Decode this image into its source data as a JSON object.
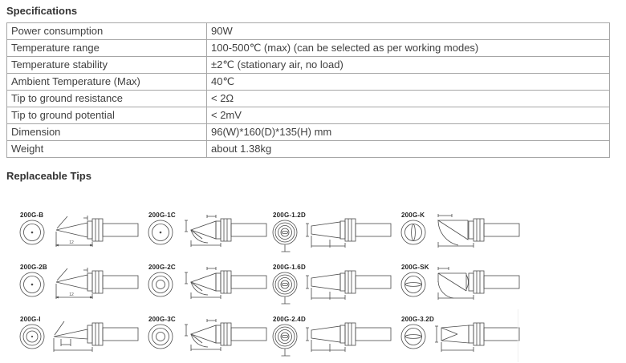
{
  "specs": {
    "heading": "Specifications",
    "rows": [
      {
        "label": "Power consumption",
        "value": "90W"
      },
      {
        "label": "Temperature range",
        "value": "100-500℃ (max) (can be selected as per working modes)"
      },
      {
        "label": "Temperature stability",
        "value": "±2℃ (stationary air, no load)"
      },
      {
        "label": "Ambient Temperature (Max)",
        "value": "40℃"
      },
      {
        "label": "Tip to ground resistance",
        "value": "< 2Ω"
      },
      {
        "label": "Tip to ground potential",
        "value": "< 2mV"
      },
      {
        "label": "Dimension",
        "value": "96(W)*160(D)*135(H) mm"
      },
      {
        "label": "Weight",
        "value": "about 1.38kg"
      }
    ]
  },
  "tips": {
    "heading": "Replaceable Tips",
    "items": [
      {
        "name": "200G-B",
        "side_shape": "cone",
        "front_shape": "dot2",
        "dim_label": "12"
      },
      {
        "name": "200G-1C",
        "side_shape": "bevel",
        "front_shape": "dot2",
        "dim_label": ""
      },
      {
        "name": "200G-1.2D",
        "side_shape": "chisel",
        "front_shape": "slotd",
        "dim_label": ""
      },
      {
        "name": "200G-K",
        "side_shape": "knife",
        "front_shape": "slotv",
        "dim_label": ""
      },
      {
        "name": "200G-2B",
        "side_shape": "cone",
        "front_shape": "dot2",
        "dim_label": "12"
      },
      {
        "name": "200G-2C",
        "side_shape": "bevel",
        "front_shape": "rings3",
        "dim_label": ""
      },
      {
        "name": "200G-1.6D",
        "side_shape": "chisel",
        "front_shape": "slotd",
        "dim_label": ""
      },
      {
        "name": "200G-SK",
        "side_shape": "knife2",
        "front_shape": "sloth",
        "dim_label": ""
      },
      {
        "name": "200G-I",
        "side_shape": "needle",
        "front_shape": "dot3",
        "dim_label": ""
      },
      {
        "name": "200G-3C",
        "side_shape": "bevel",
        "front_shape": "rings3",
        "dim_label": ""
      },
      {
        "name": "200G-2.4D",
        "side_shape": "chisel",
        "front_shape": "slotd",
        "dim_label": ""
      },
      {
        "name": "200G-3.2D",
        "side_shape": "chiselwide",
        "front_shape": "sloth",
        "dim_label": ""
      }
    ]
  },
  "colors": {
    "heading_text": "#333333",
    "body_text": "#404040",
    "table_border": "#a6a6a6",
    "drawing_stroke": "#4a4a4a",
    "faint_line": "#f0f0f0"
  }
}
